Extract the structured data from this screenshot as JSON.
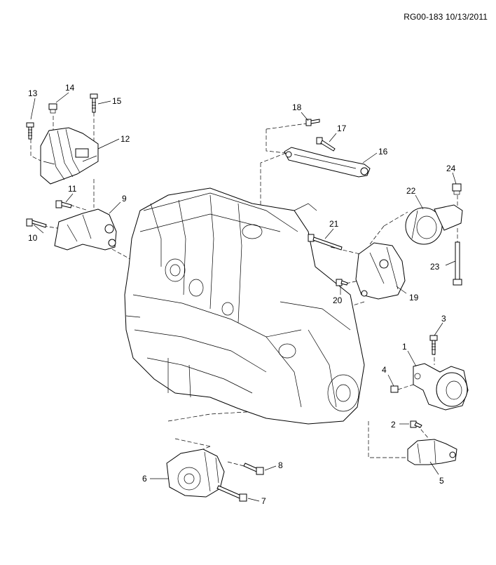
{
  "diagram": {
    "reference_code": "RG00-183 10/13/2011",
    "callouts": [
      "1",
      "2",
      "3",
      "4",
      "5",
      "6",
      "7",
      "8",
      "9",
      "10",
      "11",
      "12",
      "13",
      "14",
      "15",
      "16",
      "17",
      "18",
      "19",
      "20",
      "21",
      "22",
      "23",
      "24"
    ]
  }
}
